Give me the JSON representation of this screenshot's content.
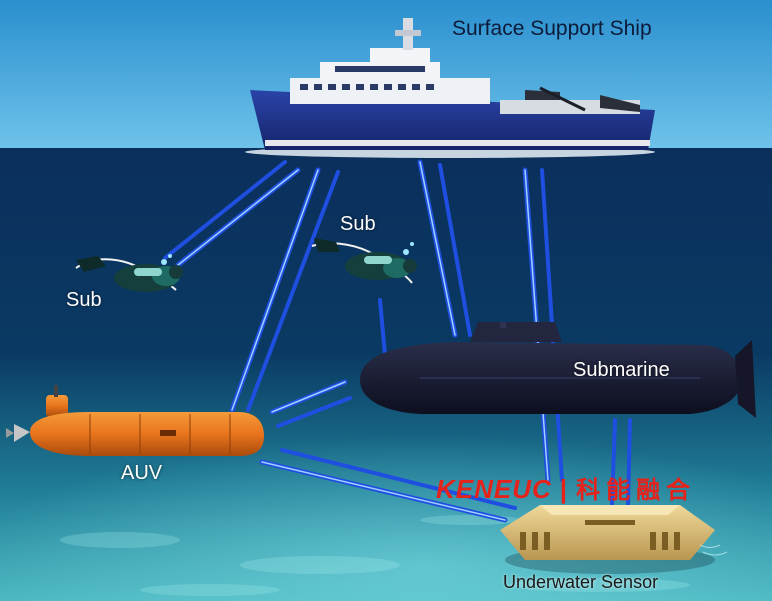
{
  "labels": {
    "ship": "Surface Support Ship",
    "sub_left": "Sub",
    "sub_right": "Sub",
    "submarine": "Submarine",
    "auv": "AUV",
    "sensor": "Underwater Sensor"
  },
  "watermark": {
    "latin": "KENEUC",
    "separator": "|",
    "cjk": "科能融合",
    "color": "#e5231b"
  },
  "colors": {
    "sky": "#2f9bd6",
    "deep_water": "#0a2a52",
    "seabed": "#3fa7b4",
    "link_beam": "#2b6cff",
    "auv_body": "#e8741c"
  }
}
